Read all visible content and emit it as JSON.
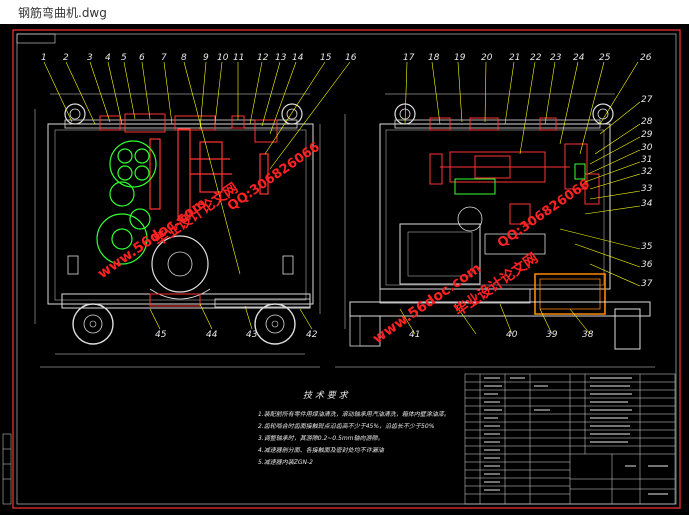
{
  "window": {
    "title": "钢筋弯曲机.dwg"
  },
  "colors": {
    "background": "#000000",
    "frame": "#ff3333",
    "leader": "#ffff00",
    "part": "#ff3333",
    "body": "#dddddd",
    "watermark": "#ff2222"
  },
  "drawing": {
    "callouts_left": [
      "1",
      "2",
      "3",
      "4",
      "5",
      "6",
      "7",
      "8",
      "9",
      "10",
      "11",
      "12",
      "13",
      "14",
      "15",
      "16"
    ],
    "callouts_right": [
      "17",
      "18",
      "19",
      "20",
      "21",
      "22",
      "23",
      "24",
      "25",
      "26",
      "27",
      "28",
      "29",
      "30",
      "31",
      "32",
      "33",
      "34",
      "35",
      "36",
      "37",
      "38",
      "39",
      "40",
      "41"
    ],
    "callouts_bottom_left": [
      "45",
      "44",
      "43",
      "42"
    ],
    "notes_title": "技 术 要 求",
    "notes": [
      "1.装配前所有零件用煤油清洗，滚动轴承用汽油清洗，箱体内壁涂油漆。",
      "2.齿轮啮合时齿面接触斑点沿齿高不少于45%，沿齿长不少于50%",
      "3.调整轴承时，其游隙0.2~0.5mm轴向游隙。",
      "4.减速器剖分面、各接触面及密封处均不许漏油",
      "5.减速器内装ZGN-2"
    ]
  },
  "watermarks": {
    "site": "www.56doc.com",
    "qq": "QQ:306826066",
    "brand": "毕业设计论文网"
  }
}
